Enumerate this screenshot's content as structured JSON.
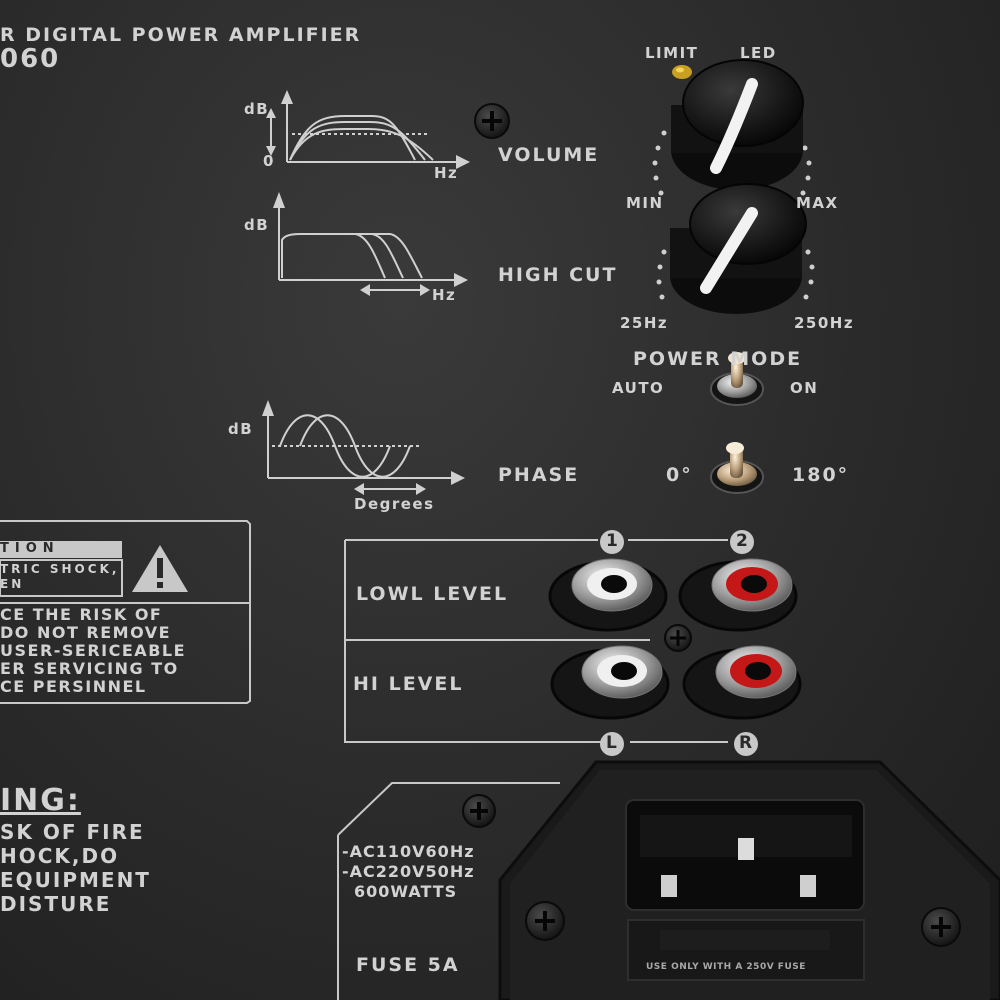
{
  "header": {
    "title": "R DIGITAL POWER AMPLIFIER",
    "model": "060"
  },
  "volume": {
    "label": "VOLUME",
    "led_label_left": "LIMIT",
    "led_label_right": "LED",
    "min_label": "MIN",
    "max_label": "MAX"
  },
  "high_cut": {
    "label": "HIGH CUT",
    "min_label": "25Hz",
    "max_label": "250Hz"
  },
  "power_mode": {
    "label": "POWER MODE",
    "left_label": "AUTO",
    "right_label": "ON"
  },
  "phase": {
    "label": "PHASE",
    "left_label": "0°",
    "right_label": "180°"
  },
  "graphs": {
    "db": "dB",
    "zero": "0",
    "hz": "Hz",
    "degrees": "Degrees"
  },
  "inputs": {
    "low_level": "LOWL LEVEL",
    "hi_level": "HI LEVEL",
    "ch1": "1",
    "ch2": "2",
    "left": "L",
    "right": "R"
  },
  "caution": {
    "title": "TION",
    "header_line1": "TRIC SHOCK,",
    "header_line2": "EN",
    "lines": [
      "CE THE RISK OF",
      "DO NOT REMOVE",
      "USER-SERICEABLE",
      "ER SERVICING TO",
      "CE PERSINNEL"
    ]
  },
  "warning": {
    "title": "ING:",
    "lines": [
      "SK OF FIRE",
      "HOCK,DO",
      "EQUIPMENT",
      "DISTURE"
    ]
  },
  "power_spec": {
    "lines": [
      "-AC110V60Hz",
      "-AC220V50Hz",
      "600WATTS"
    ],
    "fuse": "FUSE 5A"
  },
  "power_inlet": {
    "fuse_note": "USE ONLY WITH A 250V FUSE"
  },
  "colors": {
    "panel": "#2a2a2a",
    "print": "#d2d2d2",
    "led": "#c9a020",
    "rca_red": "#c41818",
    "rca_white": "#e8e8e8"
  }
}
